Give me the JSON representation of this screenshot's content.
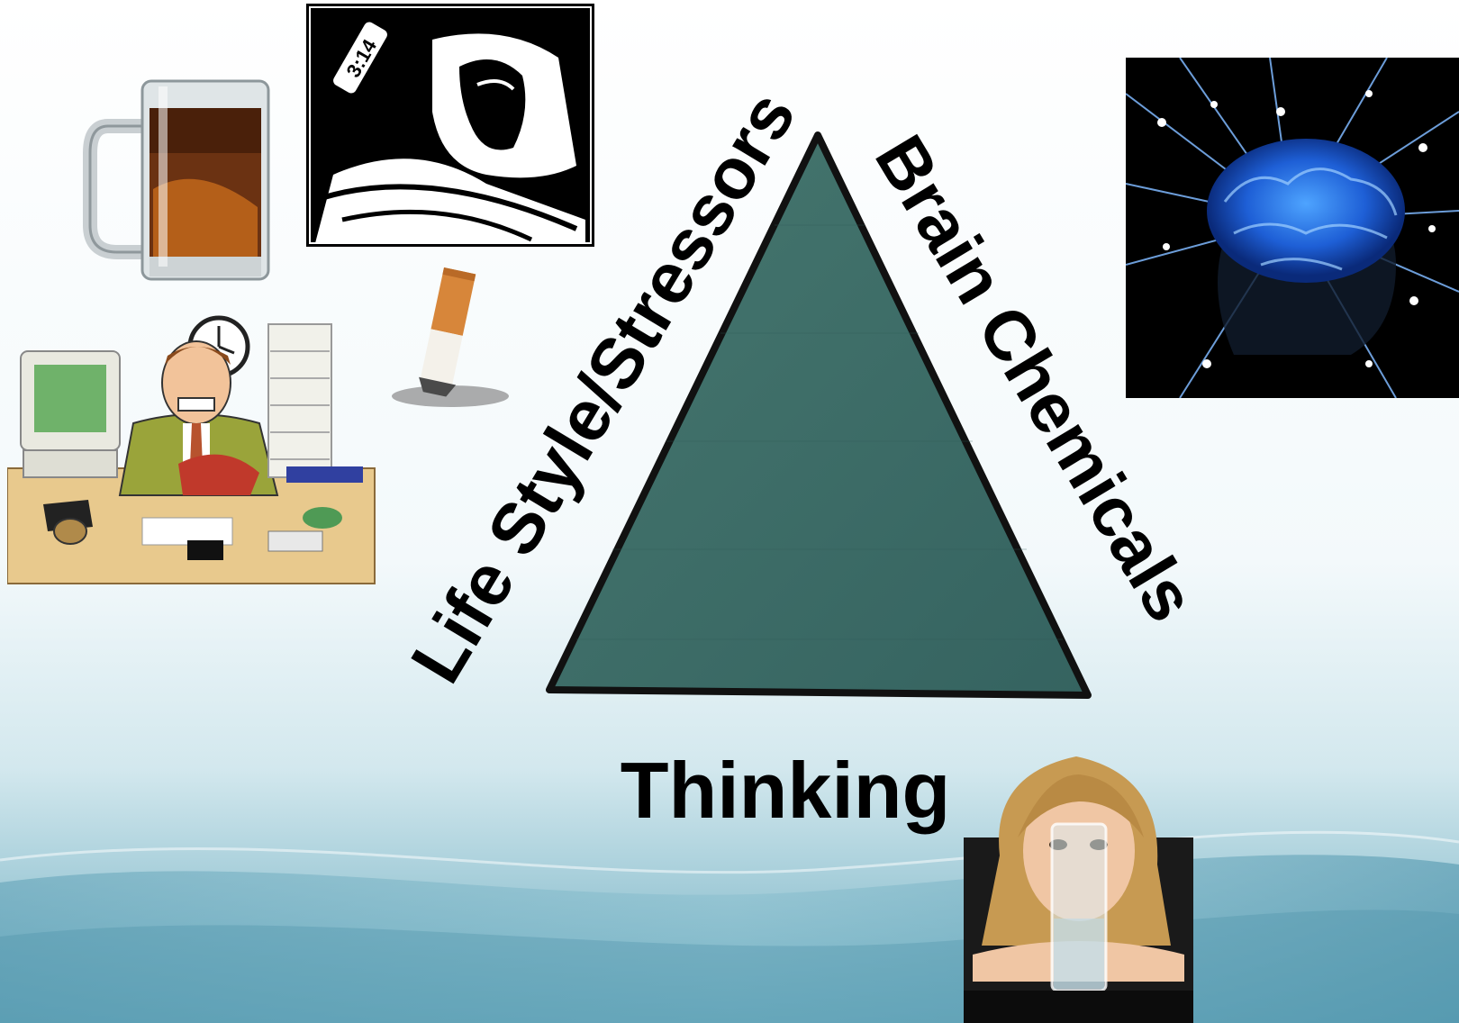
{
  "slide": {
    "triangle_labels": {
      "left": "Life Style/Stressors",
      "right": "Brain Chemicals",
      "bottom": "Thinking"
    },
    "illustrations": {
      "top_left": "beer-mug-image",
      "top_center": "sleepless-man-clock-woodcut-image",
      "middle": "cigarette-butt-image",
      "left": "stressed-office-worker-cartoon-image",
      "top_right": "glowing-brain-network-image",
      "bottom_right": "woman-with-water-glass-image",
      "clock_text": "3:14"
    },
    "colors": {
      "triangle_fill": "#3e6d6a",
      "triangle_outline": "#111111",
      "background_top": "#fafdfd",
      "background_bottom": "#5fa3b8",
      "label_text": "#000000"
    }
  }
}
